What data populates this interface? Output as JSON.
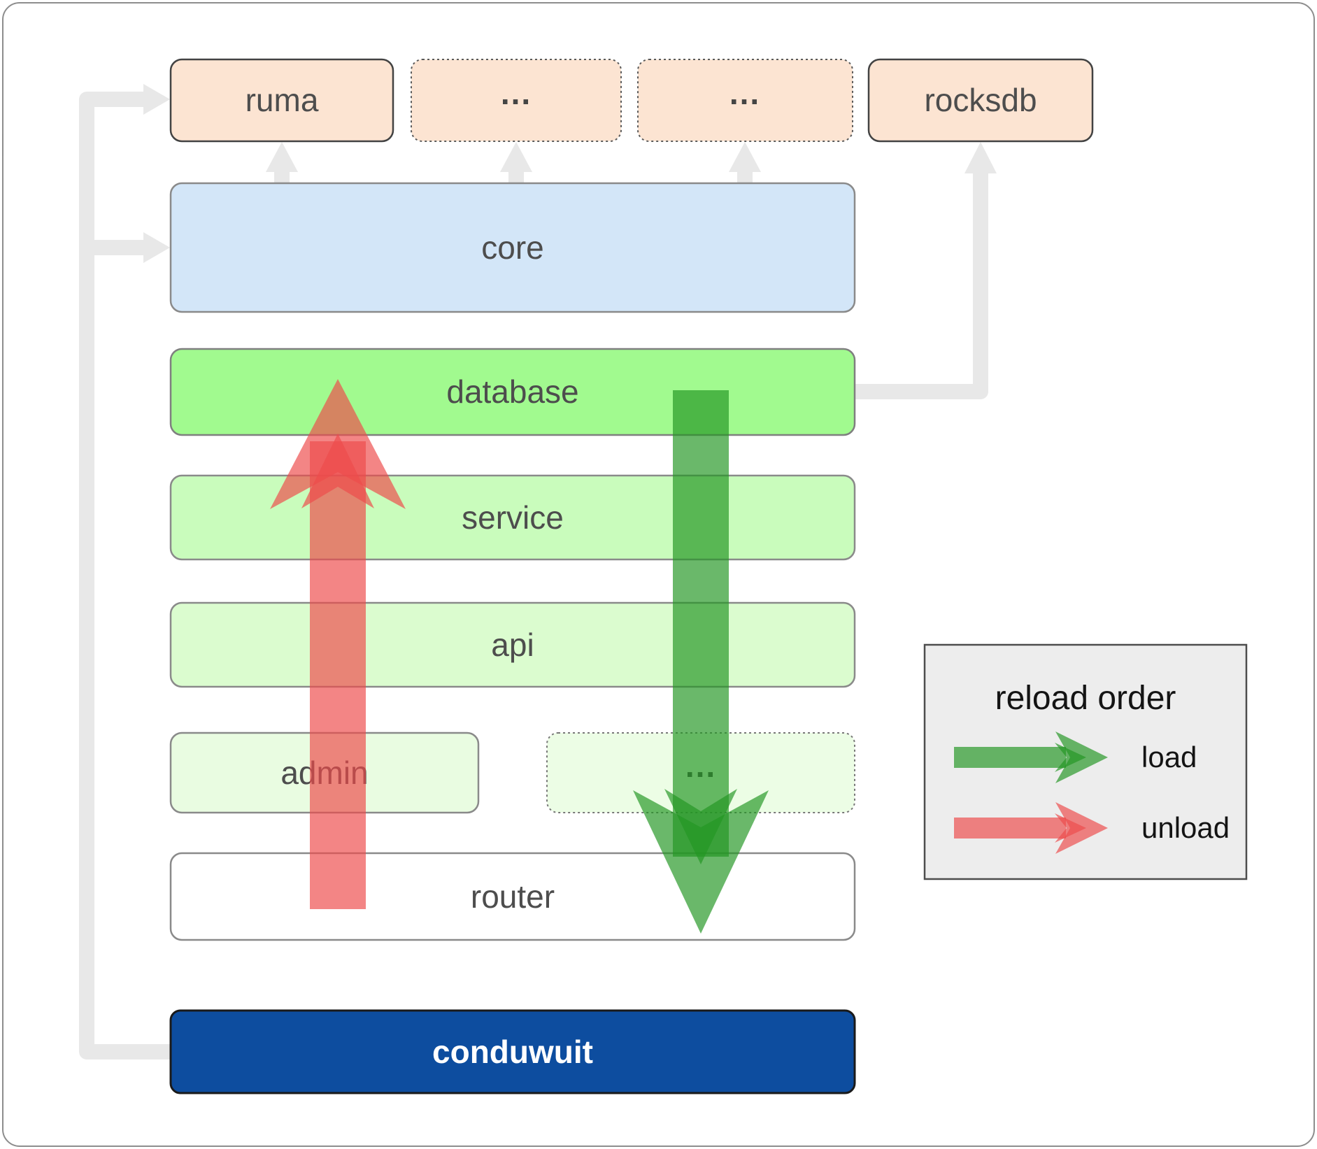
{
  "diagram": {
    "nodes": {
      "ruma": {
        "label": "ruma"
      },
      "dep_a": {
        "label": "..."
      },
      "dep_b": {
        "label": "..."
      },
      "rocksdb": {
        "label": "rocksdb"
      },
      "core": {
        "label": "core"
      },
      "database": {
        "label": "database"
      },
      "service": {
        "label": "service"
      },
      "api": {
        "label": "api"
      },
      "admin": {
        "label": "admin"
      },
      "dep_c": {
        "label": "..."
      },
      "router": {
        "label": "router"
      },
      "conduwuit": {
        "label": "conduwuit"
      }
    },
    "legend": {
      "title": "reload order",
      "items": [
        {
          "label": "load",
          "color": "#239623"
        },
        {
          "label": "unload",
          "color": "#ee4b4b"
        }
      ]
    },
    "colors": {
      "dependency_fill": "#fce4d2",
      "core_fill": "#d3e6f8",
      "database_fill": "#a1fa8f",
      "service_fill": "#c9fcbc",
      "api_fill": "#dbfccf",
      "admin_fill": "#e9fce1",
      "dep_c_fill": "#ecfde5",
      "router_fill": "#ffffff",
      "conduwuit_fill": "#0d4d9f",
      "connector": "#e8e8e8",
      "legend_bg": "#ededed",
      "label_text": "#4d4d4d",
      "solid_border": "#434343",
      "soft_border": "#8a8a8a"
    }
  }
}
